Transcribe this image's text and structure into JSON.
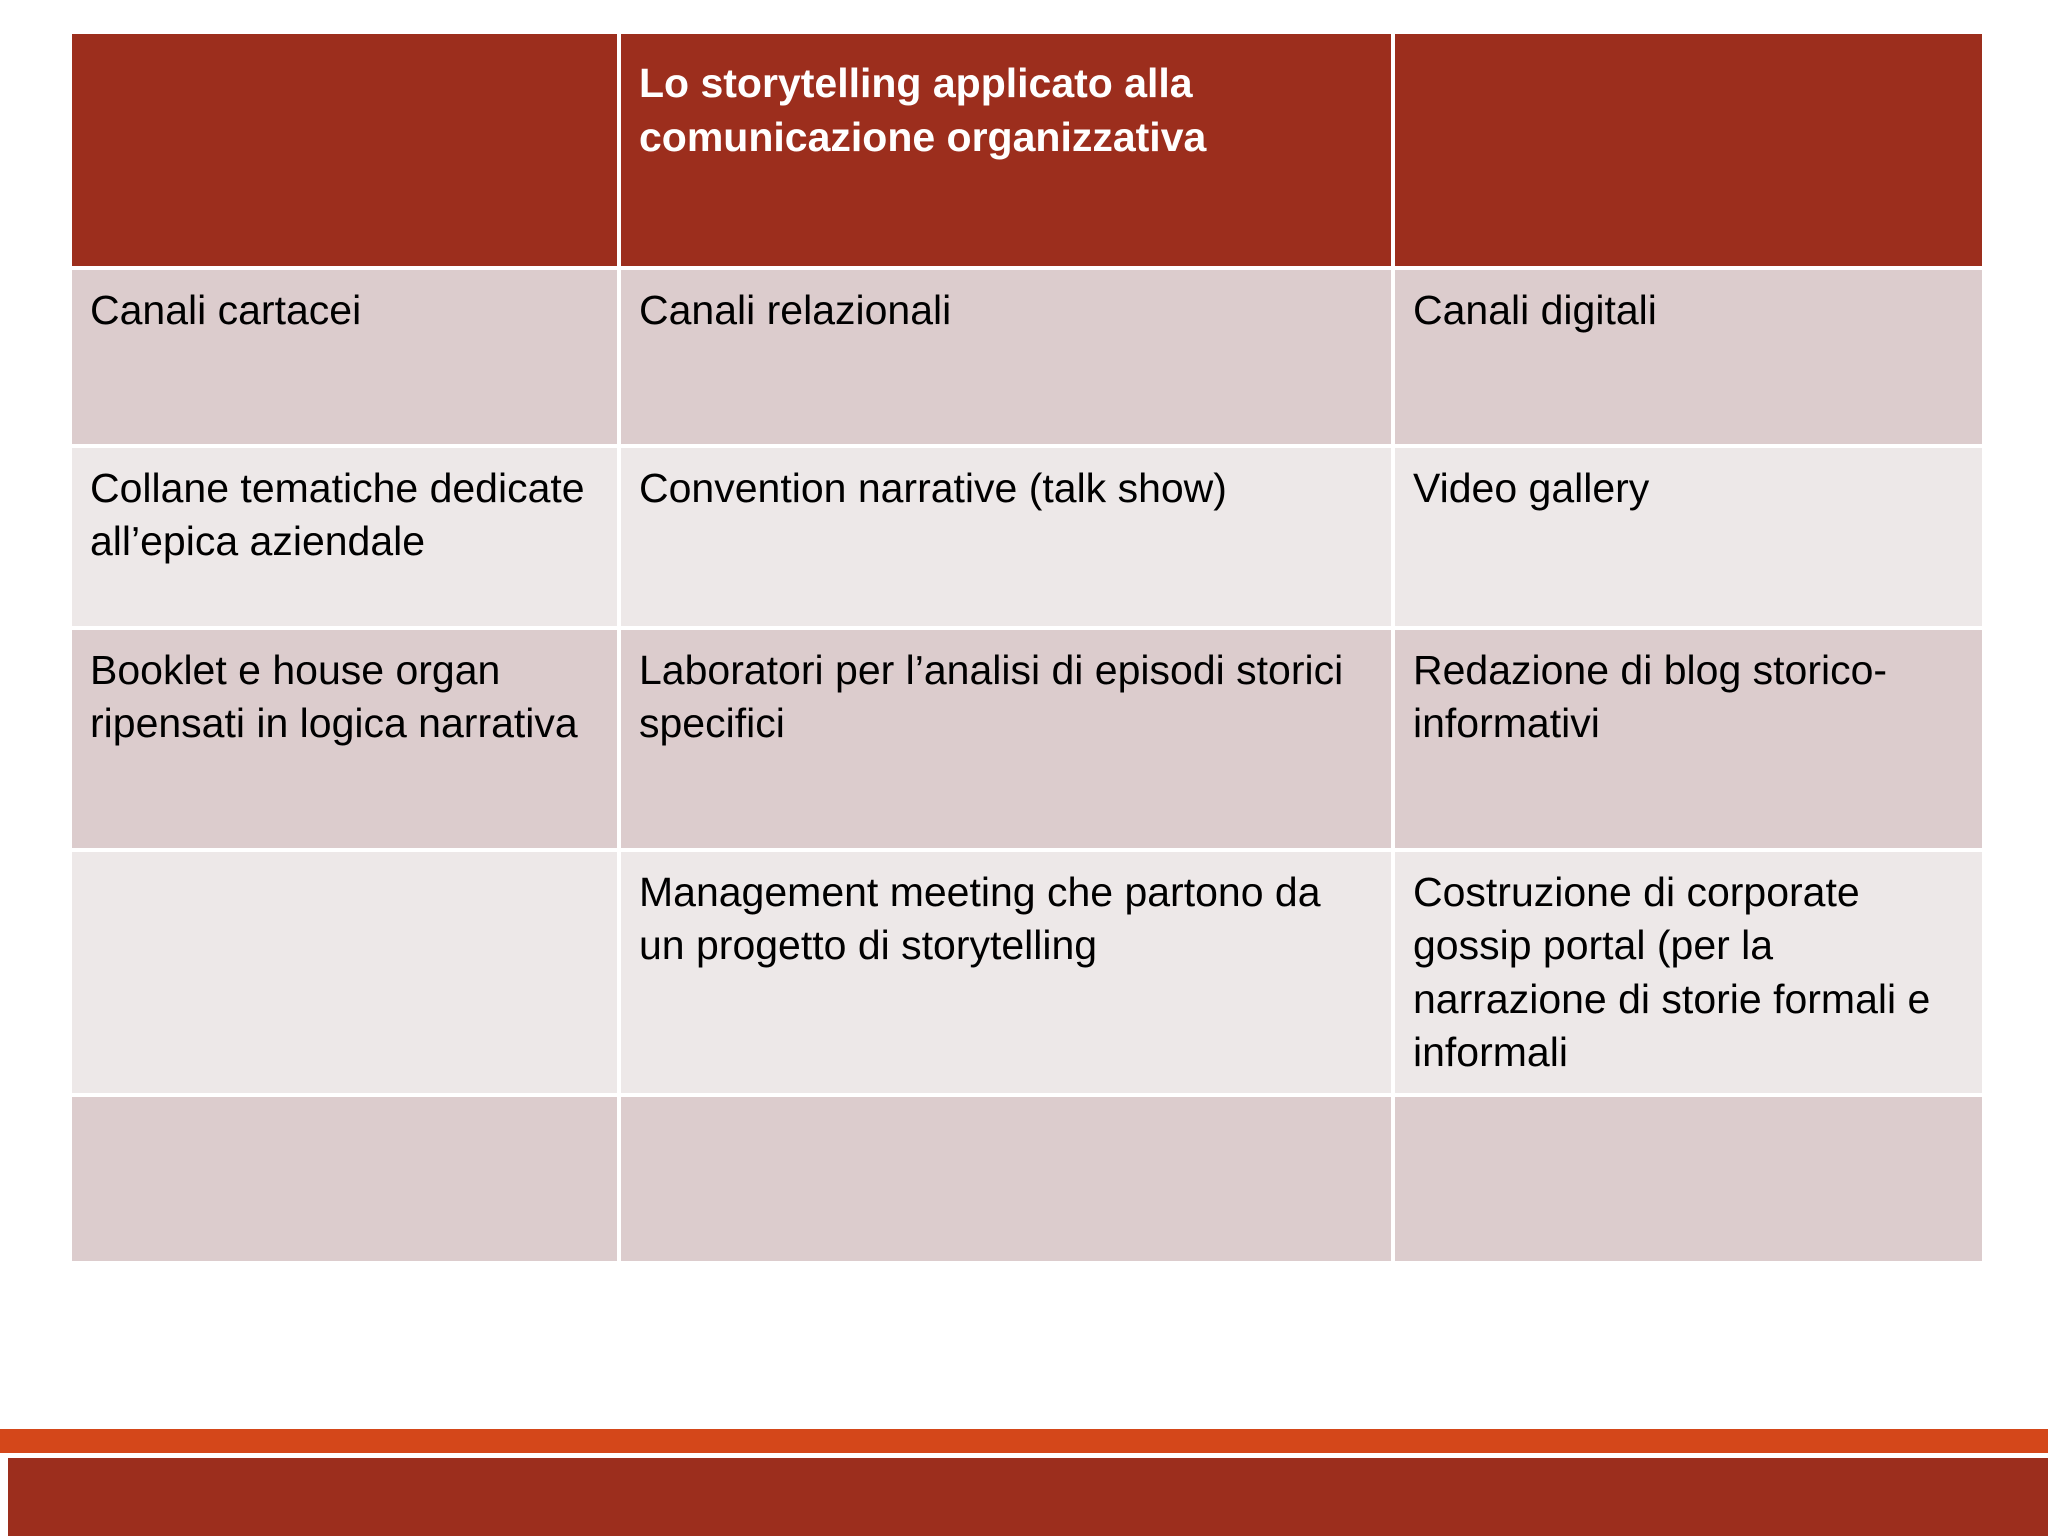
{
  "slide": {
    "title": "Lo storytelling applicato alla comunicazione organizzativa",
    "theme": {
      "header_bg": "#9C2E1D",
      "header_text": "#FFFFFF",
      "band_a": "#DCCCCD",
      "band_b": "#EDE8E8",
      "body_text": "#000000",
      "footer_accent": "#D4471A",
      "footer_band": "#9C2E1D",
      "page_bg": "#FFFFFF"
    }
  },
  "table": {
    "header": {
      "col1": "",
      "col2": "Lo storytelling applicato alla comunicazione organizzativa",
      "col3": ""
    },
    "rows": [
      {
        "band": "a",
        "cells": [
          "Canali cartacei",
          "Canali relazionali",
          "Canali digitali"
        ]
      },
      {
        "band": "b",
        "cells": [
          "Collane tematiche dedicate all’epica aziendale",
          "Convention narrative (talk show)",
          "Video gallery"
        ]
      },
      {
        "band": "a",
        "cells": [
          "Booklet e house organ ripensati in logica narrativa",
          "Laboratori per l’analisi di episodi storici specifici",
          "Redazione di blog storico-informativi"
        ]
      },
      {
        "band": "b",
        "cells": [
          "",
          "Management meeting che partono da un progetto di storytelling",
          "Costruzione di corporate gossip portal (per la narrazione di storie formali e informali"
        ]
      },
      {
        "band": "a",
        "cells": [
          "",
          "",
          ""
        ]
      }
    ]
  }
}
